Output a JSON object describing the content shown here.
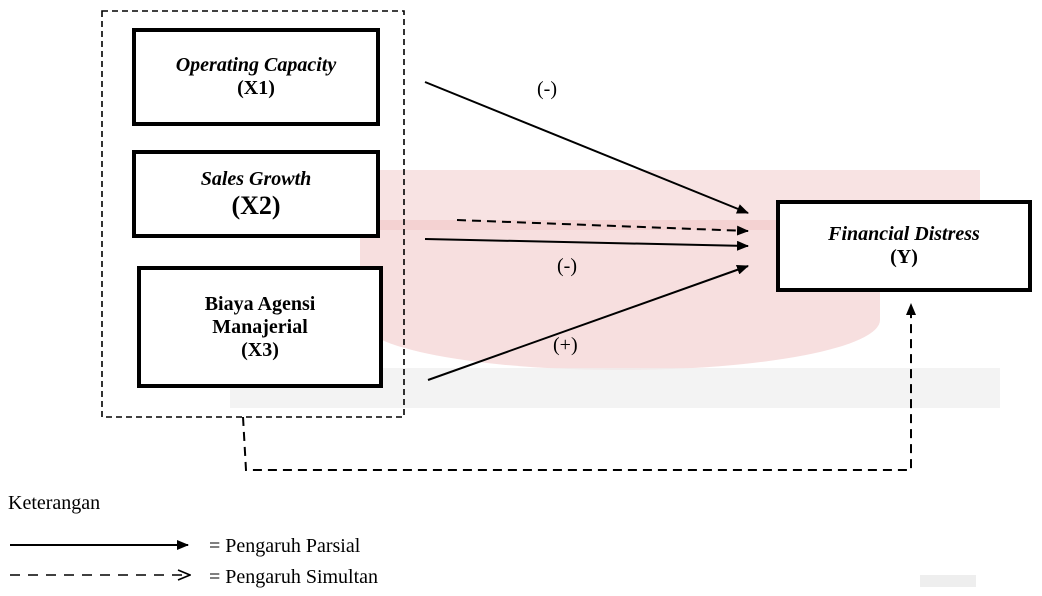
{
  "nodes": {
    "x1": {
      "name": "Operating Capacity",
      "code": "(X1)"
    },
    "x2": {
      "name": "Sales Growth",
      "code": "(X2)"
    },
    "x3": {
      "line1": "Biaya Agensi",
      "line2": "Manajerial",
      "code": "(X3)"
    },
    "y": {
      "name": "Financial Distress",
      "code": "(Y)"
    }
  },
  "effects": {
    "x1_sign": "(-)",
    "x2_sign": "(-)",
    "x3_sign": "(+)"
  },
  "legend": {
    "title": "Keterangan",
    "solid_label": "= Pengaruh Parsial",
    "dashed_label": "= Pengaruh Simultan"
  },
  "colors": {
    "line": "#000000",
    "watermark": "#f0c4c4"
  }
}
